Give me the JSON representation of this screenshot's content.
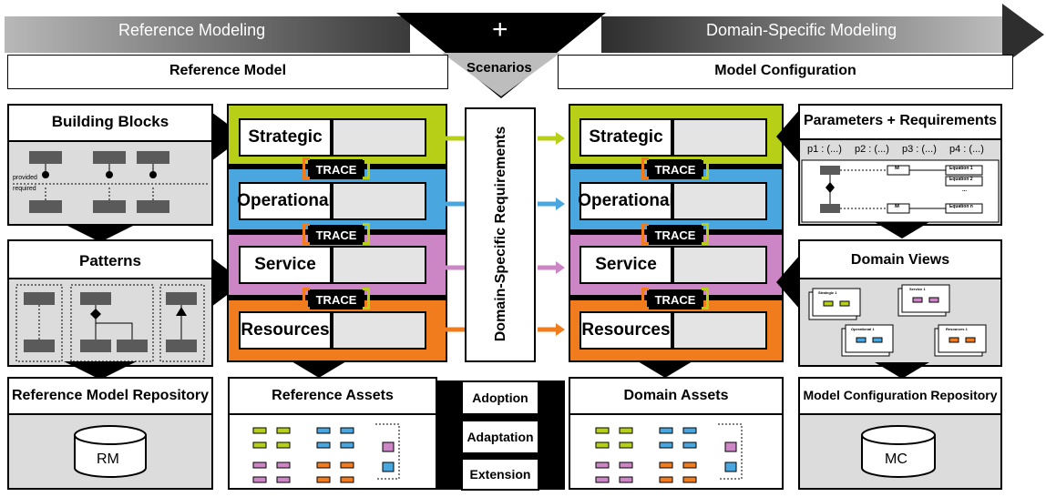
{
  "banner": {
    "left": "Reference Modeling",
    "plus": "+",
    "right": "Domain-Specific Modeling"
  },
  "subheaders": {
    "left": "Reference Model",
    "center": "Scenarios",
    "right": "Model Configuration"
  },
  "building_blocks": {
    "title": "Building Blocks",
    "provided": "provided",
    "required": "required"
  },
  "patterns": {
    "title": "Patterns"
  },
  "ref_repo": {
    "title": "Reference Model Repository",
    "db": "RM"
  },
  "ref_assets": {
    "title": "Reference Assets"
  },
  "lanes": [
    "Strategic",
    "Operational",
    "Service",
    "Resources"
  ],
  "trace": "TRACE",
  "dsr": "Domain-Specific Requirements",
  "actions": [
    "Adoption",
    "Adaptation",
    "Extension"
  ],
  "domain_assets": {
    "title": "Domain Assets"
  },
  "params": {
    "title": "Parameters + Requirements",
    "p1": "p1 : (...)",
    "p2": "p2 : (...)",
    "p3": "p3 : (...)",
    "p4": "p4 : (...)",
    "m": "M",
    "eq1": "Equation 1",
    "eq2": "Equation 2",
    "eqdots": "...",
    "eqn": "Equation n"
  },
  "domain_views": {
    "title": "Domain Views",
    "v1": "Strategic 1",
    "v2": "Service 1",
    "v3": "Operational 1",
    "v4": "Resources 1"
  },
  "mc_repo": {
    "title": "Model Configuration Repository",
    "db": "MC"
  },
  "colors": {
    "strategic": "#b8cf18",
    "operational": "#4aa6df",
    "service": "#cc86c6",
    "resources": "#f07c1e"
  }
}
